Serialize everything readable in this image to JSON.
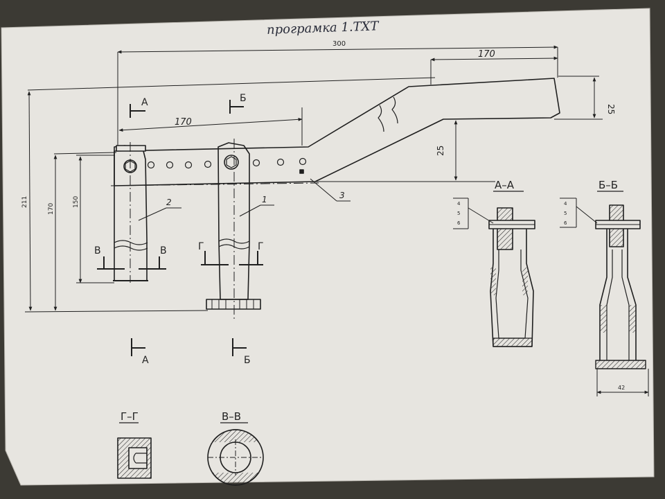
{
  "header": {
    "title": "програмка 1.ТХТ"
  },
  "dimensions": {
    "overall_length": "300",
    "section_length_left": "170",
    "section_length_right": "170",
    "end_thickness": "25",
    "offset_height": "25",
    "height_total": "211",
    "height_mid": "170",
    "height_inner": "150",
    "bottom_width": "42"
  },
  "parts": {
    "p1": "1",
    "p2": "2",
    "p3": "3"
  },
  "cut_marks": {
    "a": "А",
    "b": "Б",
    "v": "В",
    "g": "Г"
  },
  "sections": {
    "aa": "А–А",
    "bb": "Б–Б",
    "gg": "Г–Г",
    "vv": "В–В",
    "callout_aa": [
      "4",
      "5",
      "6"
    ],
    "callout_bb": [
      "4",
      "5",
      "6"
    ]
  },
  "colors": {
    "paper": "#e7e5e0",
    "line": "#1f1f1f",
    "pen": "#2a2d3a",
    "background": "#3c3a34"
  }
}
